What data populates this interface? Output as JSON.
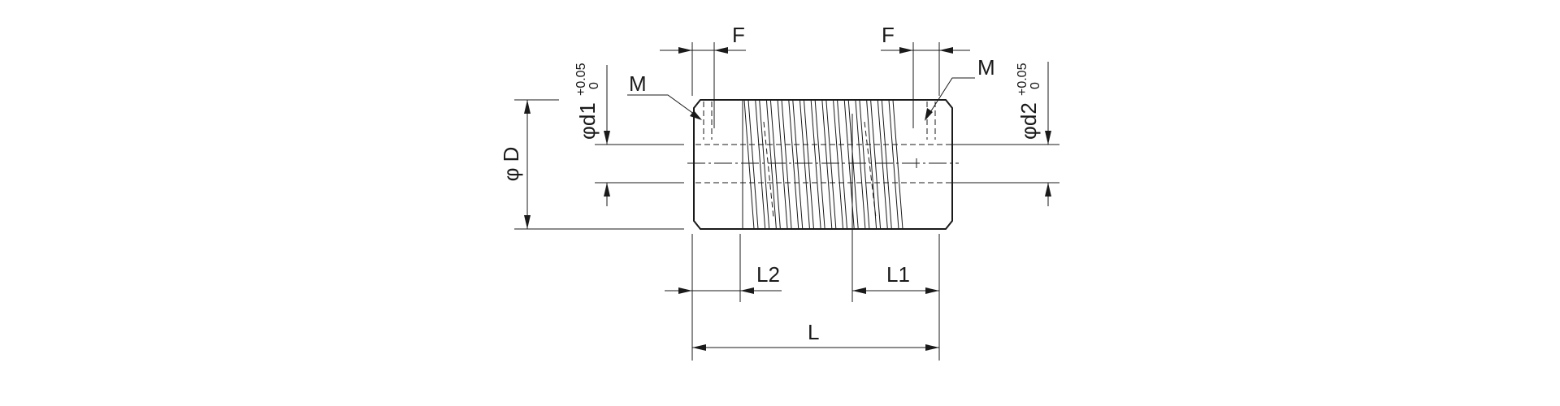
{
  "drawing": {
    "labels": {
      "outer_diameter": "φ D",
      "bore1": "φd1",
      "bore2": "φd2",
      "tol_upper": "+0.05",
      "tol_lower": "0",
      "set_screw_pos_left": "F",
      "set_screw_pos_right": "F",
      "set_screw_left": "M",
      "set_screw_right": "M",
      "length_l1": "L1",
      "length_l2": "L2",
      "length_total": "L"
    }
  }
}
